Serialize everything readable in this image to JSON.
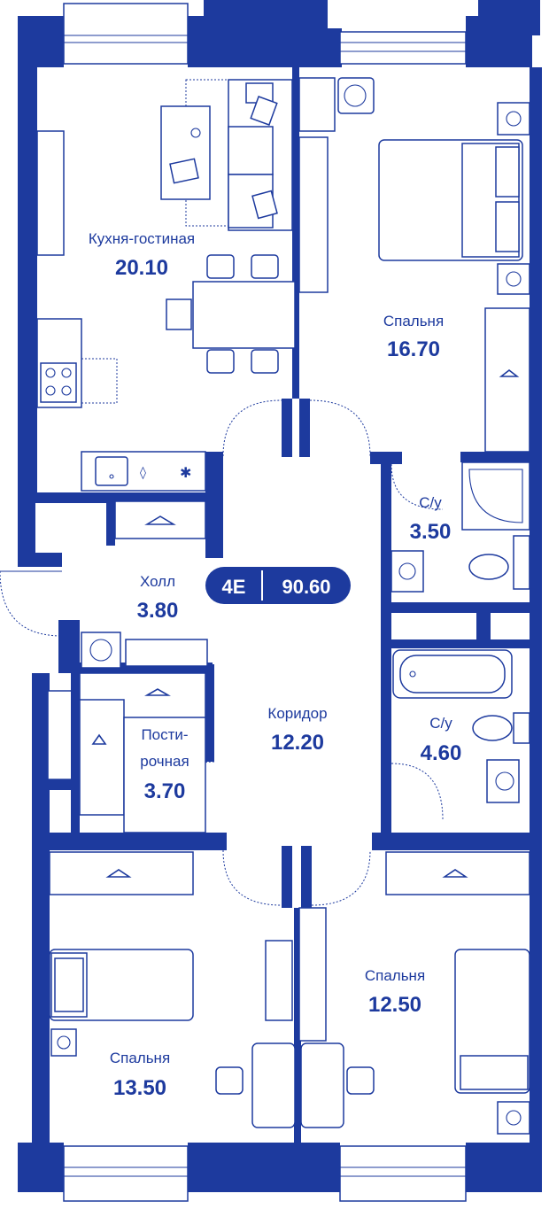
{
  "unit": {
    "code": "4E",
    "total_area": "90.60"
  },
  "rooms": {
    "kitchen": {
      "name": "Кухня-гостиная",
      "area": "20.10"
    },
    "bedroom1": {
      "name": "Спальня",
      "area": "16.70"
    },
    "bath1": {
      "name": "С/у",
      "area": "3.50"
    },
    "hall": {
      "name": "Холл",
      "area": "3.80"
    },
    "corridor": {
      "name": "Коридор",
      "area": "12.20"
    },
    "laundry": {
      "name_line1": "Пости-",
      "name_line2": "рочная",
      "area": "3.70"
    },
    "bath2": {
      "name": "С/у",
      "area": "4.60"
    },
    "bedroom2": {
      "name": "Спальня",
      "area": "13.50"
    },
    "bedroom3": {
      "name": "Спальня",
      "area": "12.50"
    }
  },
  "colors": {
    "wall": "#1d3a9e",
    "background": "#ffffff"
  }
}
